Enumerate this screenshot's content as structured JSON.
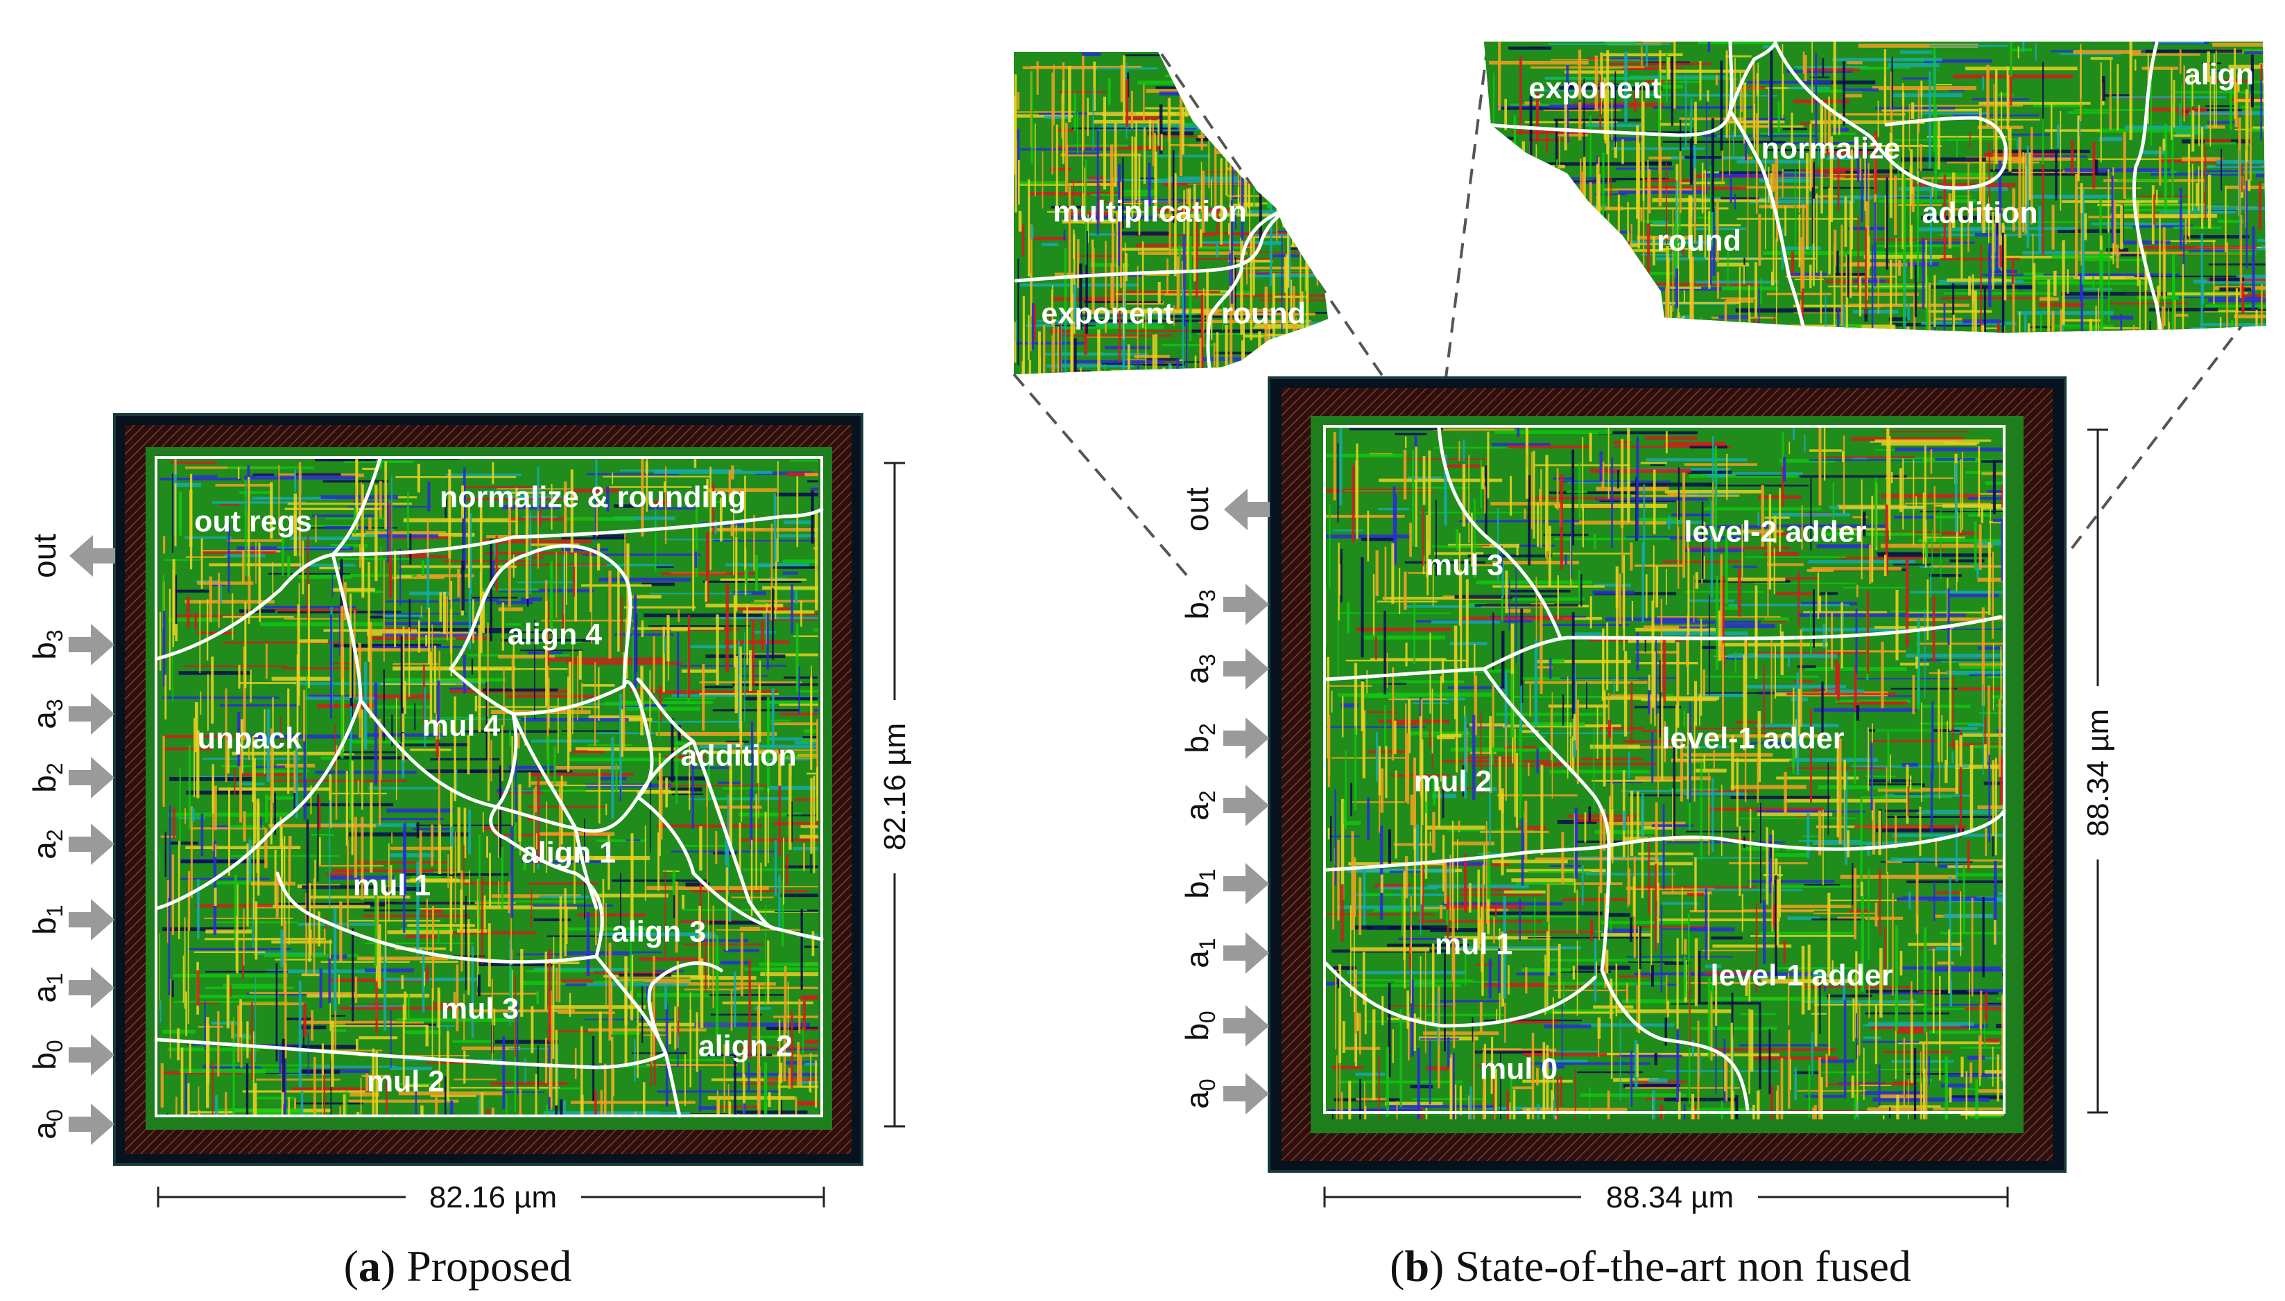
{
  "captions": {
    "a": {
      "letter": "a",
      "text": "Proposed"
    },
    "b": {
      "letter": "b",
      "text": "State-of-the-art non fused"
    }
  },
  "colors": {
    "die_border": "#0b0b12",
    "die_fill": "#0f2a1e",
    "base_green": "#1f8c1c",
    "wire_colors": [
      "#12c40f",
      "#2b2bd6",
      "#d41c1c",
      "#e8d020",
      "#f0a020",
      "#17a9a9",
      "#0c0c50"
    ],
    "boundary": "#ffffff",
    "arrow": "#9a9a9a",
    "dashed": "#555555"
  },
  "layout_a": {
    "regions": {
      "out_regs": "out regs",
      "normalize_rounding": "normalize & rounding",
      "align4": "align 4",
      "unpack": "unpack",
      "mul4": "mul 4",
      "addition": "addition",
      "align1": "align 1",
      "mul1": "mul 1",
      "align3": "align 3",
      "mul3": "mul 3",
      "align2": "align 2",
      "mul2": "mul 2"
    },
    "dim_width": "82.16 µm",
    "dim_height": "82.16 µm"
  },
  "layout_b": {
    "regions": {
      "mul3": "mul 3",
      "level2_adder": "level-2 adder",
      "mul2": "mul 2",
      "level1_adder_top": "level-1 adder",
      "mul1": "mul 1",
      "level1_adder_bottom": "level-1 adder",
      "mul0": "mul 0"
    },
    "dim_width": "88.34 µm",
    "dim_height": "88.34 µm"
  },
  "zoom_left": {
    "regions": {
      "multiplication": "multiplication",
      "exponent": "exponent",
      "round": "round"
    }
  },
  "zoom_right": {
    "regions": {
      "exponent": "exponent",
      "normalize": "normalize",
      "round": "round",
      "addition": "addition",
      "align": "align"
    }
  },
  "pins": {
    "out": "out",
    "inputs": [
      {
        "base": "b",
        "sub": "3"
      },
      {
        "base": "a",
        "sub": "3"
      },
      {
        "base": "b",
        "sub": "2"
      },
      {
        "base": "a",
        "sub": "2"
      },
      {
        "base": "b",
        "sub": "1"
      },
      {
        "base": "a",
        "sub": "1"
      },
      {
        "base": "b",
        "sub": "0"
      },
      {
        "base": "a",
        "sub": "0"
      }
    ]
  }
}
